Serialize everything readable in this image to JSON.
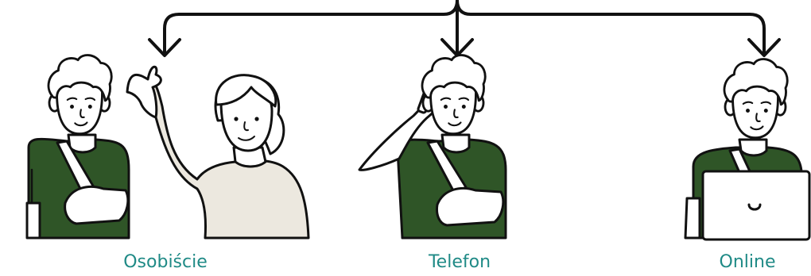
{
  "colors": {
    "stroke": "#111111",
    "shirt_green": "#2f5527",
    "sweater_beige": "#ece8df",
    "skin": "#ffffff",
    "label_teal": "#1f8a86",
    "background": "#ffffff"
  },
  "options": [
    {
      "id": "in-person",
      "label": "Osobiście",
      "icon": "two-people-meeting-icon"
    },
    {
      "id": "phone",
      "label": "Telefon",
      "icon": "person-on-phone-icon"
    },
    {
      "id": "online",
      "label": "Online",
      "icon": "person-with-laptop-icon"
    }
  ]
}
